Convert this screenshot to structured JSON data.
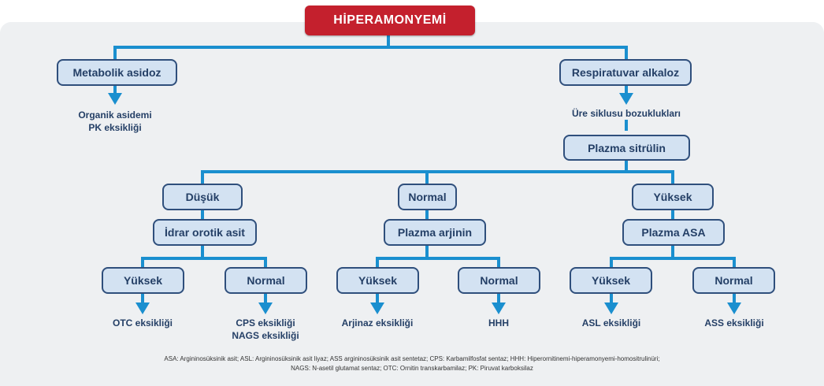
{
  "root": "HİPERAMONYEMİ",
  "left": {
    "condition": "Metabolik asidoz",
    "outcome": [
      "Organik asidemi",
      "PK eksikliği"
    ]
  },
  "right": {
    "condition": "Respiratuvar alkaloz",
    "outcome": "Üre siklusu bozuklukları",
    "test": "Plazma sitrülin"
  },
  "branches": {
    "low": {
      "label": "Düşük",
      "test": "İdrar orotik asit",
      "high": {
        "label": "Yüksek",
        "result": "OTC eksikliği"
      },
      "normal": {
        "label": "Normal",
        "result": [
          "CPS eksikliği",
          "NAGS eksikliği"
        ]
      }
    },
    "mid": {
      "label": "Normal",
      "test": "Plazma arjinin",
      "high": {
        "label": "Yüksek",
        "result": "Arjinaz eksikliği"
      },
      "normal": {
        "label": "Normal",
        "result": "HHH"
      }
    },
    "high": {
      "label": "Yüksek",
      "test": "Plazma ASA",
      "high": {
        "label": "Yüksek",
        "result": "ASL eksikliği"
      },
      "normal": {
        "label": "Normal",
        "result": "ASS eksikliği"
      }
    }
  },
  "footnote": [
    "ASA: Argininosüksinik asit; ASL: Argininosüksinik asit liyaz; ASS argininosüksinik asit sentetaz; CPS: Karbamilfosfat sentaz; HHH: Hiperornitinemi-hiperamonyemi-homositrulinüri;",
    "NAGS: N-asetil glutamat sentaz; OTC: Ornitin transkarbamilaz; PK: Piruvat karboksilaz"
  ],
  "colors": {
    "connector": "#1a8fcf",
    "root": "#c4202d",
    "node_fill": "#d3e2f2",
    "node_border": "#2f4f7c",
    "text": "#243f66"
  }
}
